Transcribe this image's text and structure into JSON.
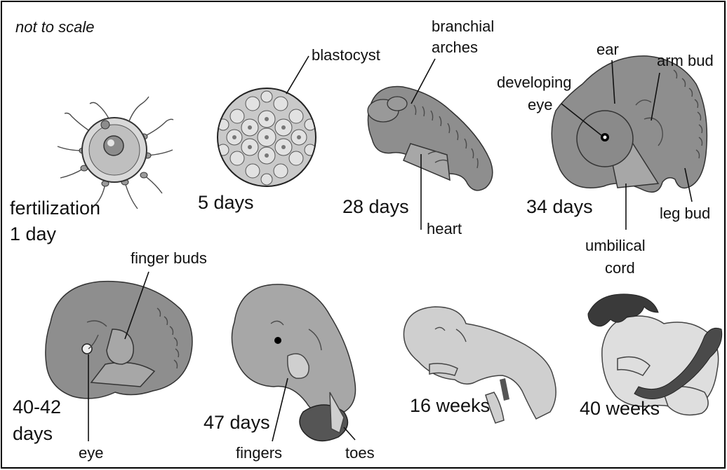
{
  "note": "not to scale",
  "stages": {
    "fertilization": {
      "line1": "fertilization",
      "line2": "1 day"
    },
    "blastocyst_stage": "5 days",
    "day28": "28 days",
    "day34": "34 days",
    "day40": {
      "line1": "40-42",
      "line2": "days"
    },
    "day47": "47 days",
    "week16": "16 weeks",
    "week40": "40 weeks"
  },
  "labels": {
    "blastocyst": "blastocyst",
    "branchial": {
      "line1": "branchial",
      "line2": "arches"
    },
    "heart": "heart",
    "ear": "ear",
    "arm_bud": "arm bud",
    "developing_eye": {
      "line1": "developing",
      "line2": "eye"
    },
    "leg_bud": "leg bud",
    "umbilical": {
      "line1": "umbilical",
      "line2": "cord"
    },
    "finger_buds": "finger buds",
    "eye": "eye",
    "fingers": "fingers",
    "toes": "toes"
  },
  "colors": {
    "embryo_dark": "#8e8e8e",
    "embryo_mid": "#a7a7a7",
    "fetus_light": "#cfcfcf",
    "hair": "#3a3a3a"
  }
}
